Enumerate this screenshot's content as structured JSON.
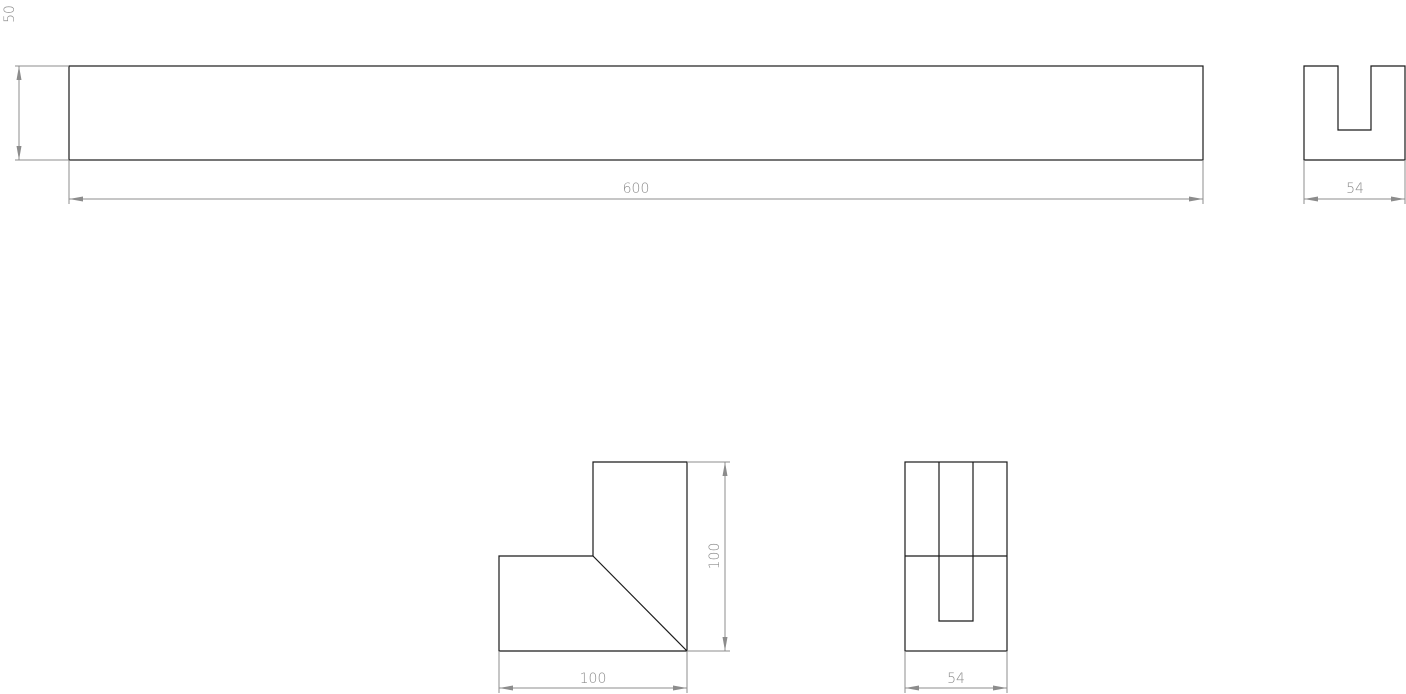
{
  "dimensions": {
    "top_height": "50",
    "top_length": "600",
    "end_width": "54",
    "corner_height": "100",
    "corner_width": "100",
    "corner_end_width": "54"
  },
  "colors": {
    "part_lines": "#1a1a1a",
    "dimension_lines": "#8c8c8c",
    "background": "#ffffff"
  }
}
